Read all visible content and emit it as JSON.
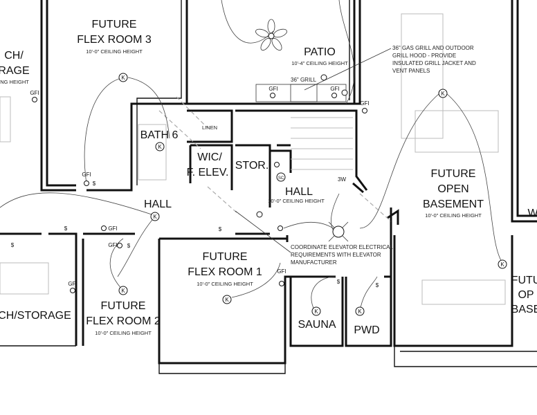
{
  "rooms": {
    "flex3": {
      "line1": "FUTURE",
      "line2": "FLEX ROOM 3",
      "ceiling": "10'-0\" CEILING HEIGHT"
    },
    "mech_top": {
      "line1": "CH/",
      "line2": "RAGE",
      "ceiling": "ING HEIGHT"
    },
    "patio": {
      "name": "PATIO",
      "ceiling": "10'-4\" CEILING HEIGHT"
    },
    "bath6": {
      "name": "BATH 6"
    },
    "linen": {
      "name": "LINEN"
    },
    "wic": {
      "line1": "WIC/",
      "line2": "F. ELEV."
    },
    "stor": {
      "name": "STOR."
    },
    "hall_center": {
      "name": "HALL",
      "ceiling": "10'-0\" CEILING HEIGHT"
    },
    "hall_left": {
      "name": "HALL"
    },
    "open_basement": {
      "line1": "FUTURE",
      "line2": "OPEN",
      "line3": "BASEMENT",
      "ceiling": "10'-0\" CEILING HEIGHT"
    },
    "flex1": {
      "line1": "FUTURE",
      "line2": "FLEX ROOM 1",
      "ceiling": "10'-0\" CEILING HEIGHT"
    },
    "flex2": {
      "line1": "FUTURE",
      "line2": "FLEX ROOM 2",
      "ceiling": "10'-0\" CEILING HEIGHT"
    },
    "storage_bottom": {
      "name": "CH/STORAGE"
    },
    "sauna": {
      "name": "SAUNA"
    },
    "pwd": {
      "name": "PWD"
    },
    "right_edge_top": {
      "name": "W"
    },
    "right_edge_bottom": {
      "line1": "FUTU",
      "line2": "OP",
      "line3": "BASE"
    }
  },
  "notes": {
    "grill_label": "36\" GRILL",
    "grill_note": [
      "36\" GAS GRILL AND OUTDOOR",
      "GRILL HOOD - PROVIDE",
      "INSULATED GRILL JACKET AND",
      "VENT PANELS"
    ],
    "elevator_note": [
      "COORDINATE ELEVATOR ELECTRICAL",
      "REQUIREMENTS WITH ELEVATOR",
      "MANUFACTURER"
    ]
  },
  "symbols": {
    "gfi": "GFI",
    "switch": "$",
    "three_way": "3W",
    "keyless": "K",
    "smoke": "SC"
  }
}
